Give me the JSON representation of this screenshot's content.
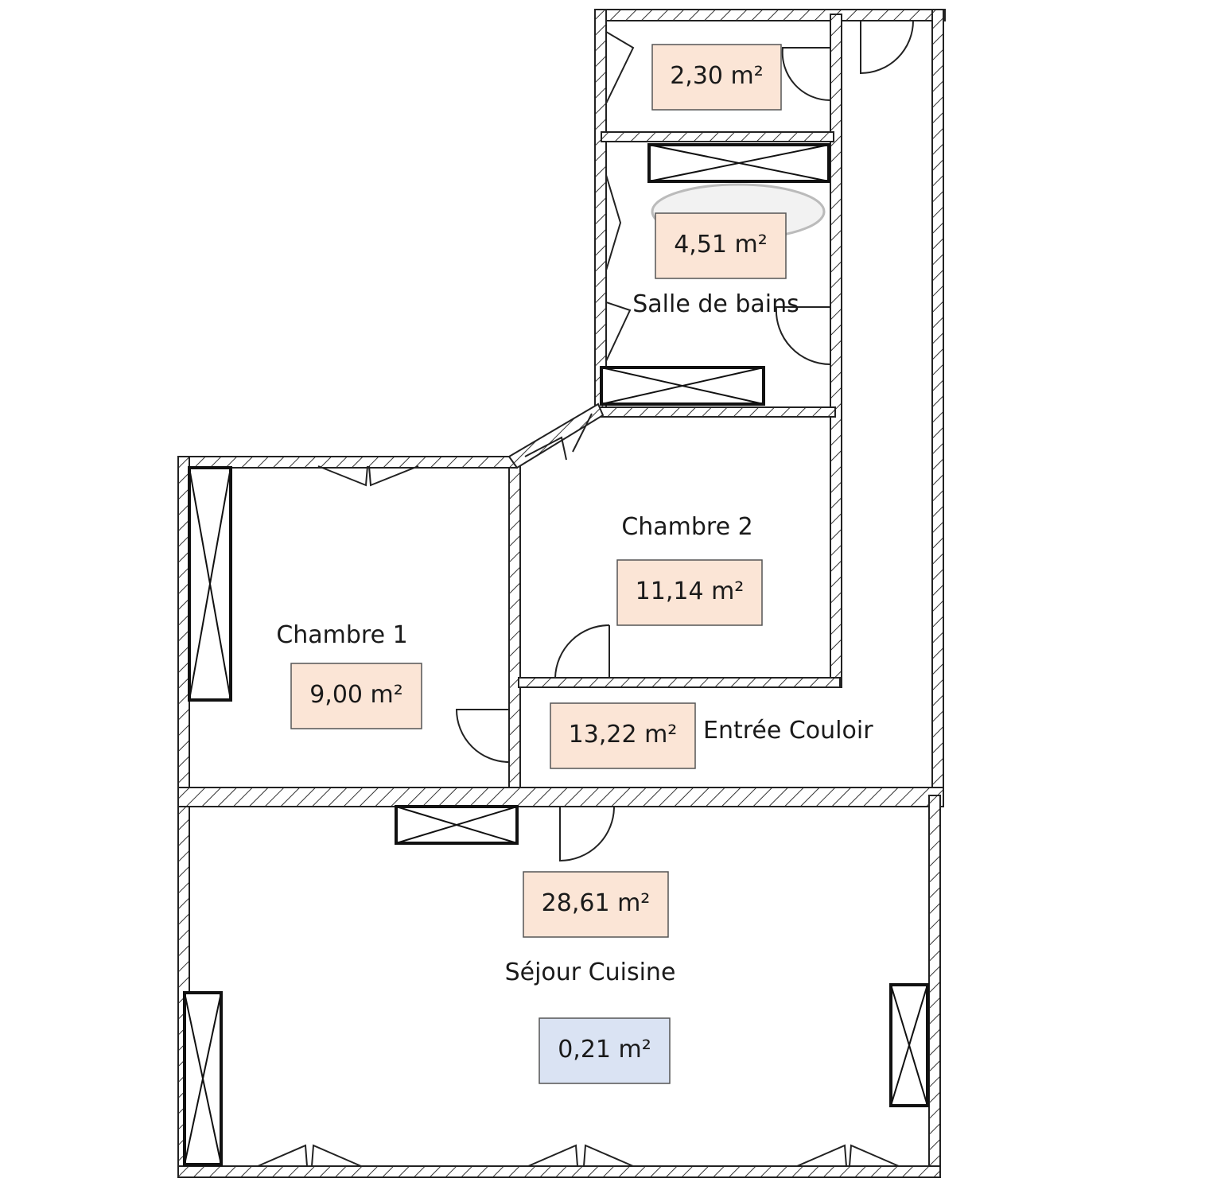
{
  "rooms": [
    {
      "id": "wc",
      "name": "",
      "area": "2,30 m²",
      "color": "#fbe5d6"
    },
    {
      "id": "salle-de-bains",
      "name": "Salle de bains",
      "area": "4,51 m²",
      "color": "#fbe5d6"
    },
    {
      "id": "chambre-2",
      "name": "Chambre 2",
      "area": "11,14 m²",
      "color": "#fbe5d6"
    },
    {
      "id": "chambre-1",
      "name": "Chambre 1",
      "area": "9,00 m²",
      "color": "#fbe5d6"
    },
    {
      "id": "entree-couloir",
      "name": "Entrée Couloir",
      "area": "13,22 m²",
      "color": "#fbe5d6"
    },
    {
      "id": "sejour-cuisine",
      "name": "Séjour Cuisine",
      "area": "28,61 m²",
      "color": "#fbe5d6"
    },
    {
      "id": "extra",
      "name": "",
      "area": "0,21 m²",
      "color": "#dae3f3"
    }
  ],
  "colors": {
    "wall_stroke": "#222222",
    "area_border": "#555555"
  }
}
